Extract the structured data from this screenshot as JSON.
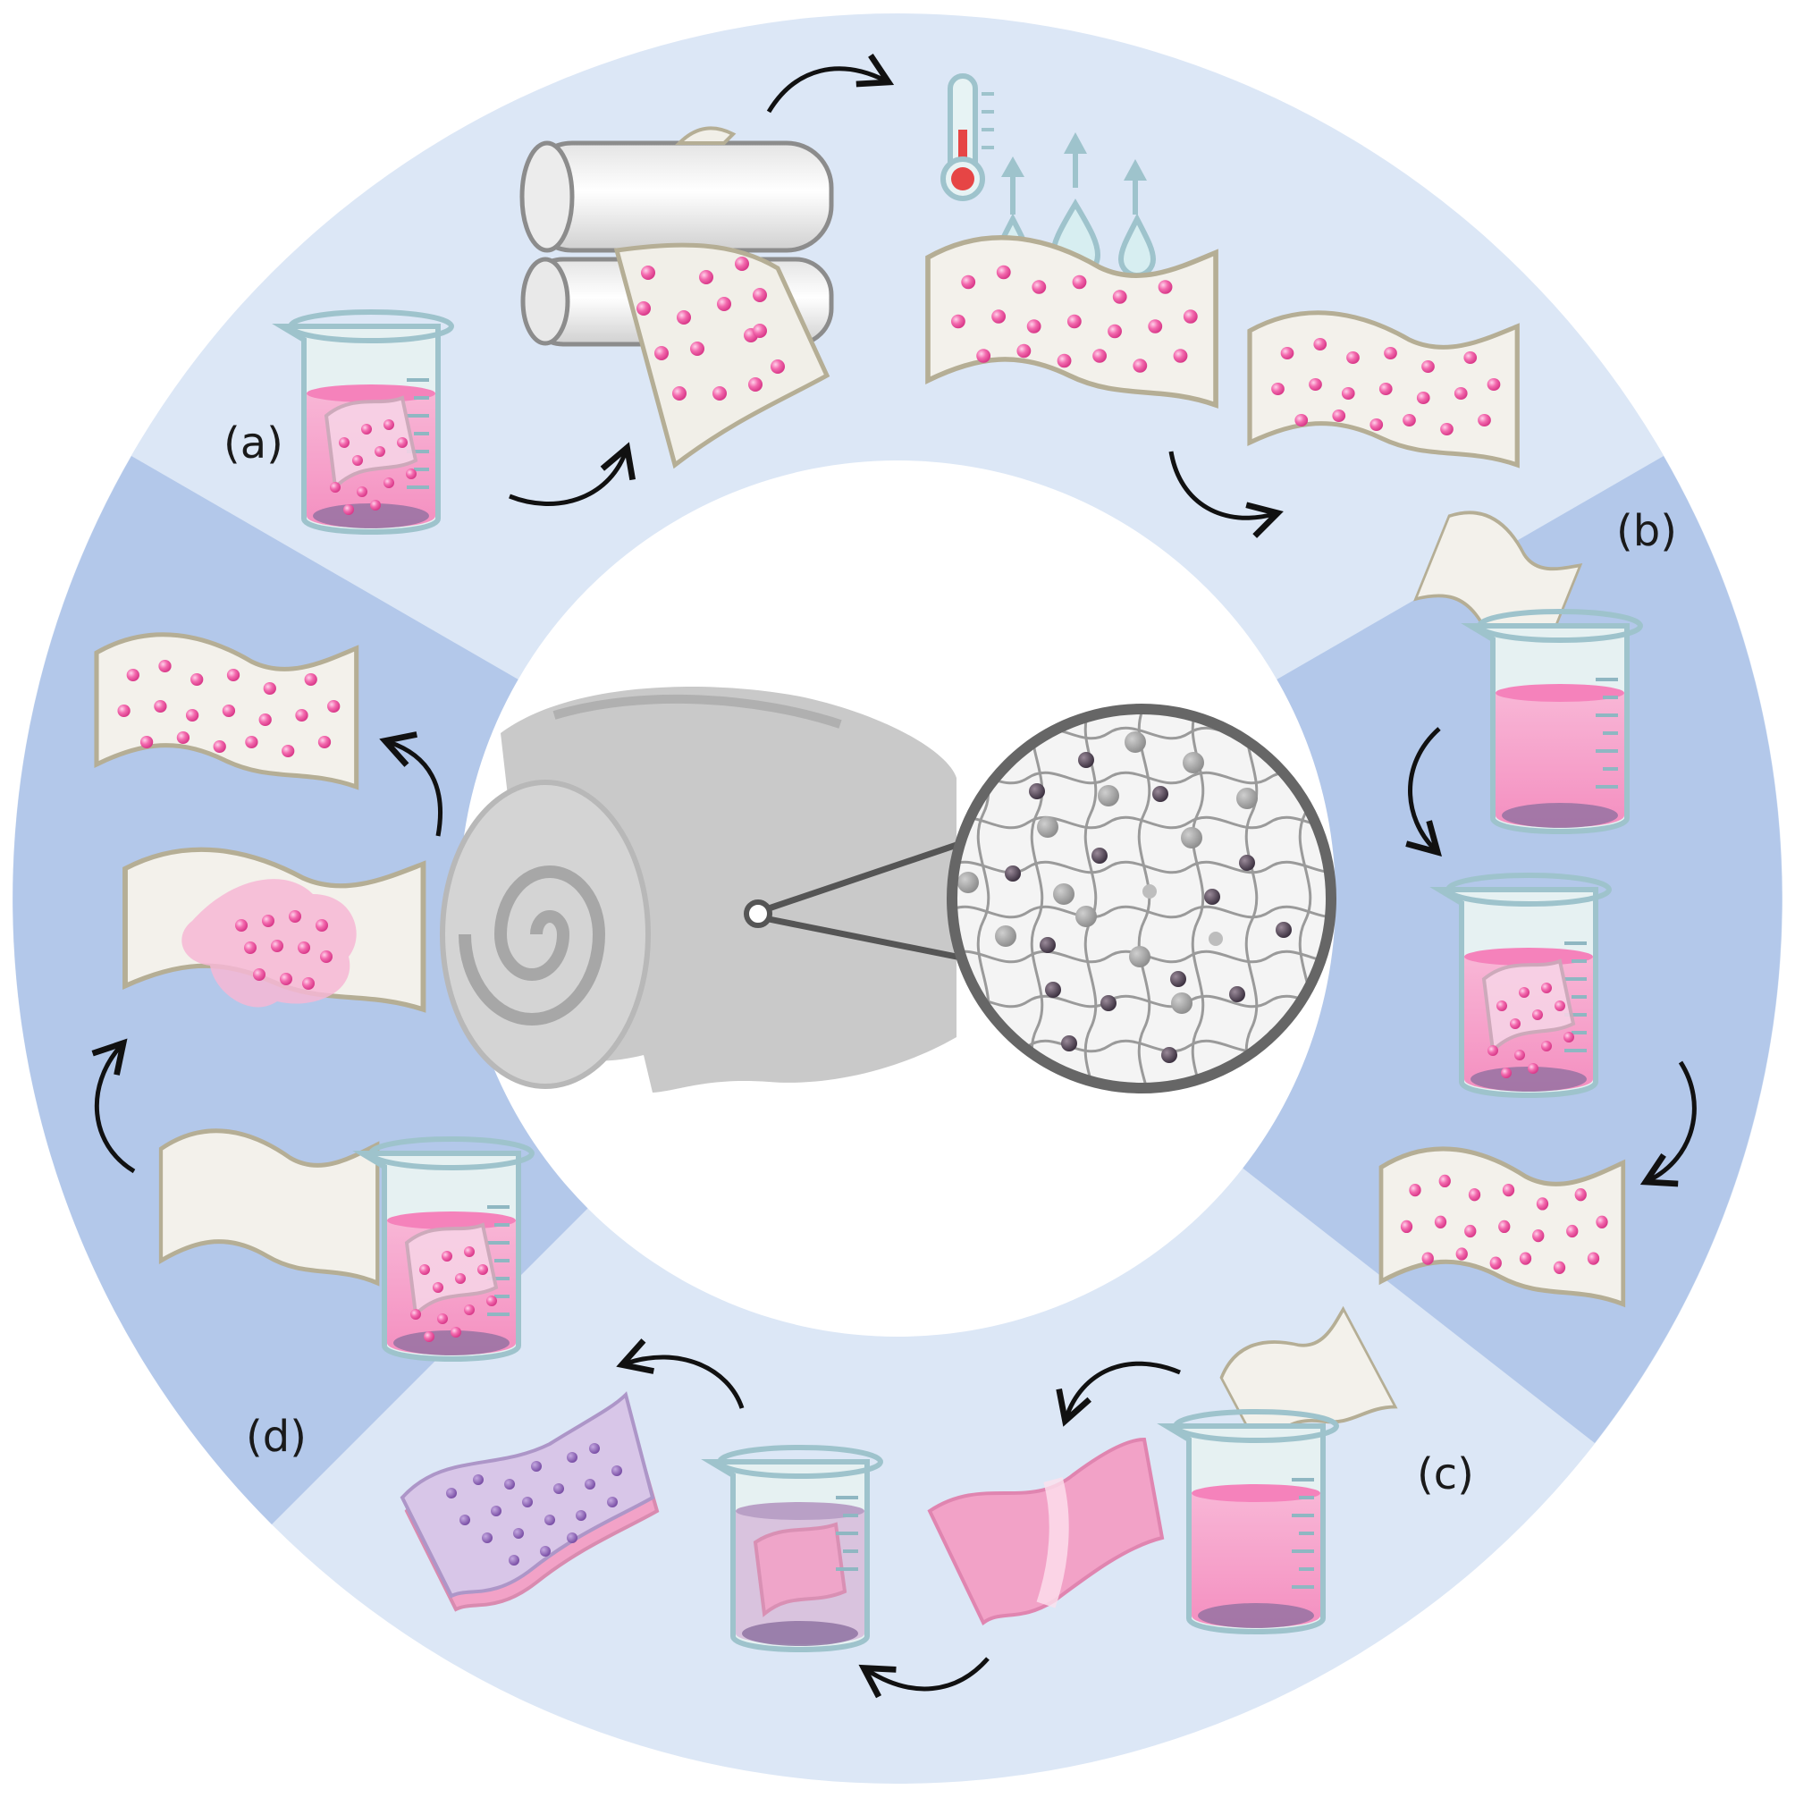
{
  "labels": {
    "a": "(a)",
    "b": "(b)",
    "c": "(c)",
    "d": "(d)"
  },
  "colors": {
    "ring_light": "#dce7f6",
    "ring_dark": "#b3c8ea",
    "fabric": "#f3f1eb",
    "fabric_edge": "#b5ae95",
    "dot": "#ea4f9c",
    "liquid": "#f5a5cd",
    "roll": "#c4c4c4"
  }
}
